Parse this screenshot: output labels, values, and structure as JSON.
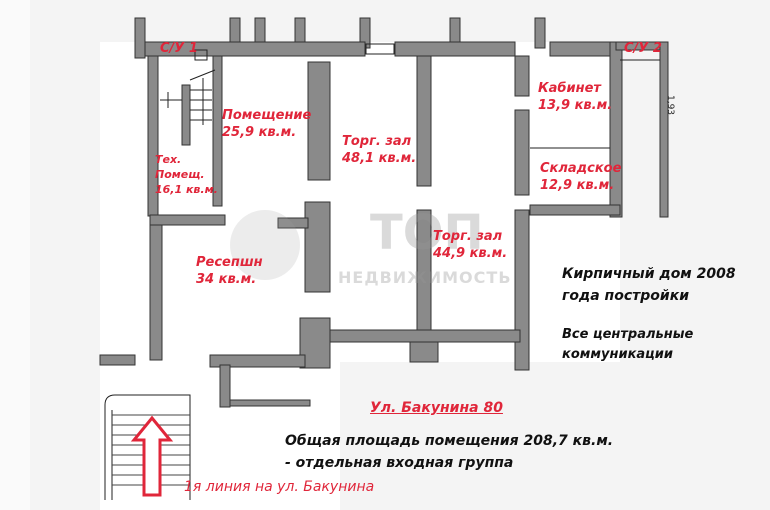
{
  "rooms": [
    {
      "name": "С/У 1"
    },
    {
      "name": "С/У 2"
    },
    {
      "name": "Помещение",
      "area": "25,9 кв.м."
    },
    {
      "name": "Торг. зал",
      "area": "48,1 кв.м."
    },
    {
      "name": "Кабинет",
      "area": "13,9 кв.м."
    },
    {
      "name": "Складское",
      "area": "12,9 кв.м."
    },
    {
      "name": "Тех.",
      "name2": "Помещ.",
      "area": "16,1 кв.м."
    },
    {
      "name": "Ресепшн",
      "area": "34 кв.м."
    },
    {
      "name": "Торг. зал",
      "area": "44,9 кв.м."
    }
  ],
  "dimension": "1,93",
  "watermark": {
    "title": "ТОП",
    "subtitle": "НЕДВИЖИМОСТЬ"
  },
  "notes": {
    "building_line1": "Кирпичный дом 2008",
    "building_line2": "года постройки",
    "utilities_line1": "Все центральные",
    "utilities_line2": "коммуникации",
    "street": "Ул. Бакунина 80",
    "total_area": "Общая площадь помещения 208,7 кв.м.",
    "entrance": "- отдельная входная группа",
    "first_line": "1я линия на ул. Бакунина"
  },
  "colors": {
    "label": "#e0263a",
    "wall": "#8a8a8a",
    "arrow": "#e0263a"
  }
}
